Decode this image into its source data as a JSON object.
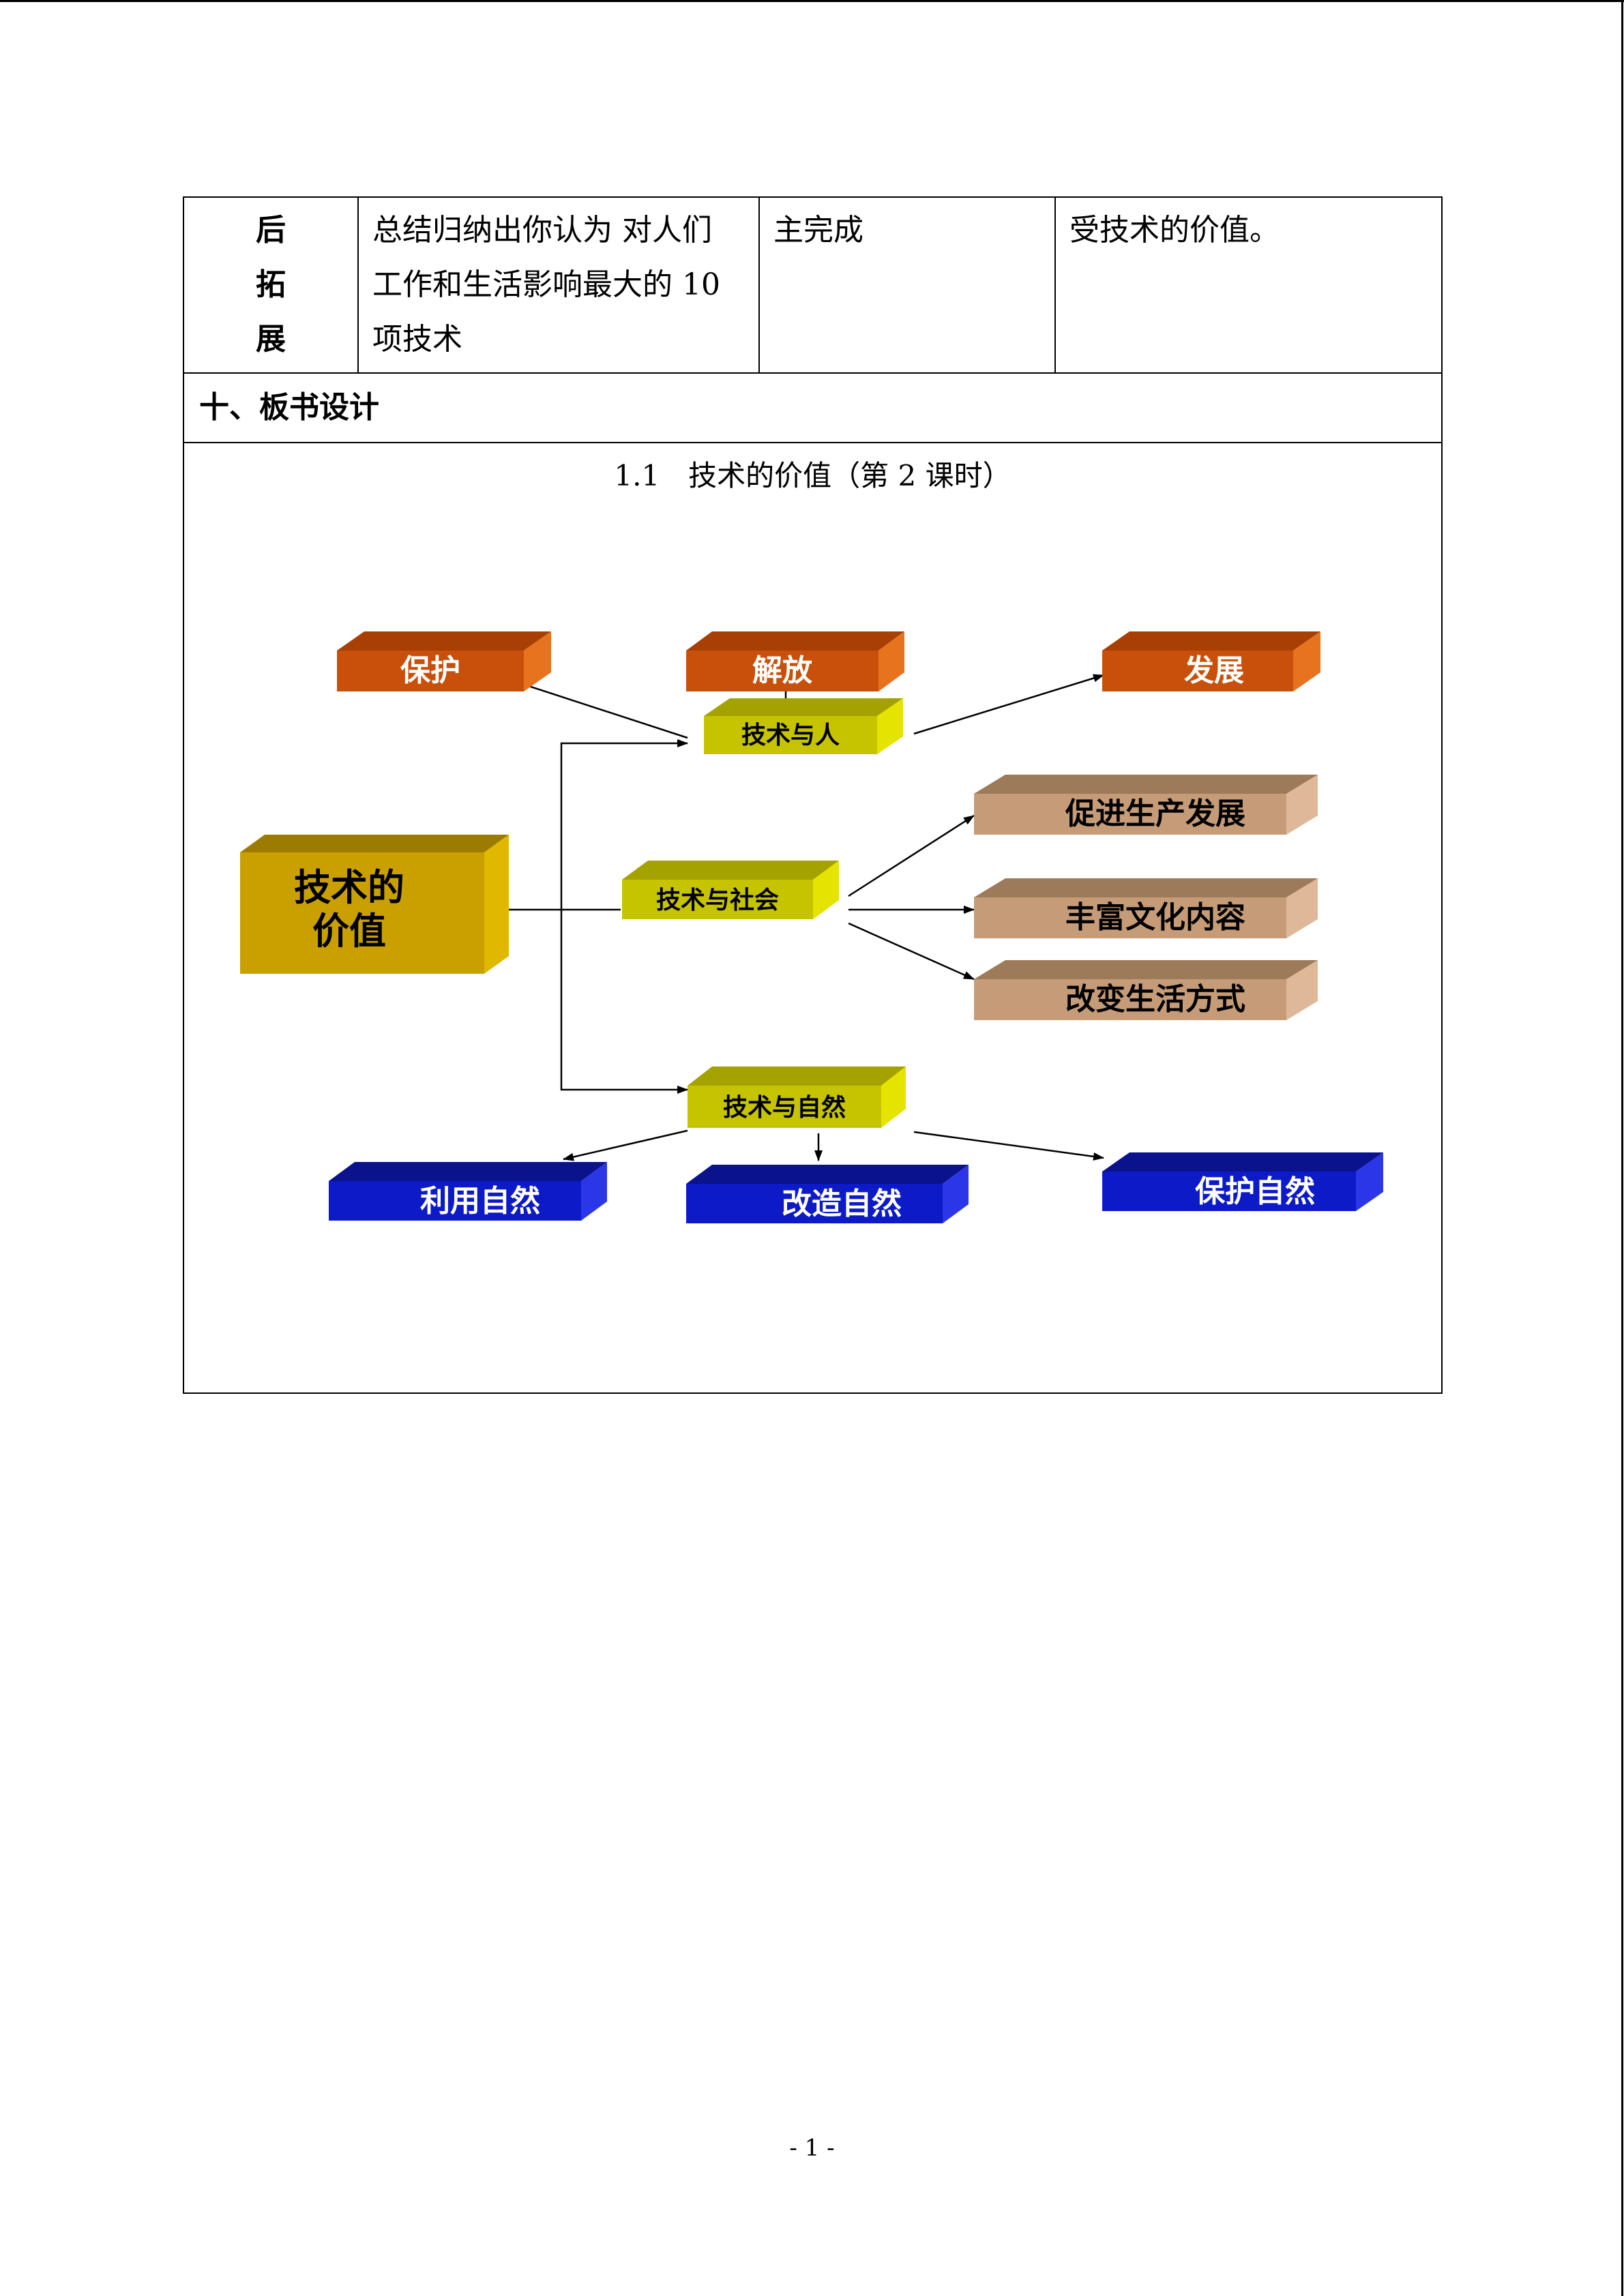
{
  "table": {
    "row1": {
      "label": [
        "后",
        "拓",
        "展"
      ],
      "content_lines": [
        "总结归纳出你认为 对人们",
        "工作和生活影响最大的 10",
        "项技术"
      ],
      "student_activity": "主完成",
      "intent": "受技术的价值。"
    },
    "section": "十、板书设计",
    "board": {
      "title": "1.1　技术的价值（第 2 课时）",
      "center": "技术的\n价值",
      "center_lines": [
        "技术的",
        "价值"
      ],
      "human": {
        "hub": "技术与人",
        "children": [
          "保护",
          "解放",
          "发展"
        ]
      },
      "society": {
        "hub": "技术与社会",
        "children": [
          "促进生产发展",
          "丰富文化内容",
          "改变生活方式"
        ]
      },
      "nature": {
        "hub": "技术与自然",
        "children": [
          "利用自然",
          "改造自然",
          "保护自然"
        ]
      }
    }
  },
  "footer": {
    "page": "- 1 -"
  },
  "colors": {
    "orange": "#c8500a",
    "yellow_green": "#c6c400",
    "gold": "#c9a000",
    "tan": "#c69c78",
    "blue": "#0c1ac8"
  }
}
